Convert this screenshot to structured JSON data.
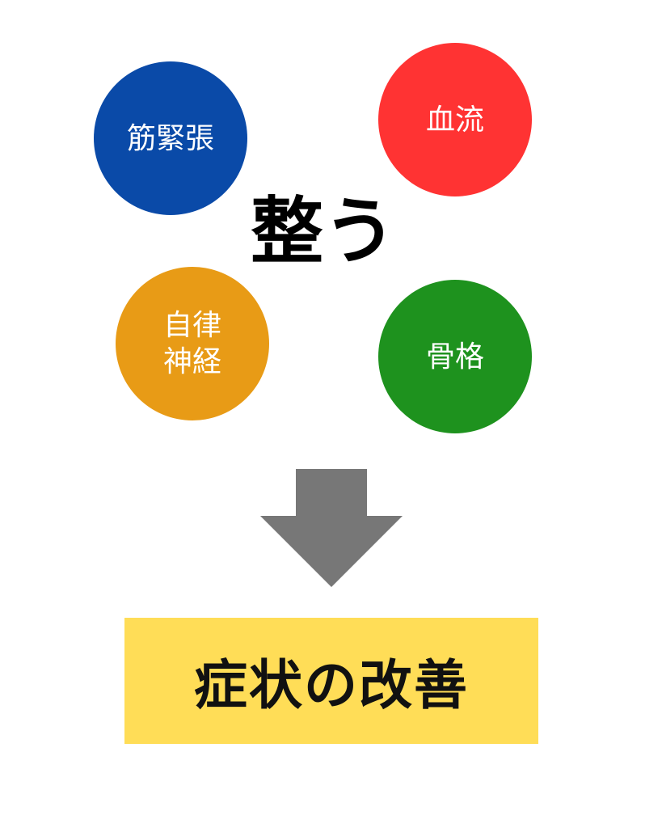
{
  "circles": [
    {
      "id": "blue",
      "lines": [
        "筋緊張"
      ],
      "color": "#0a4aa8"
    },
    {
      "id": "red",
      "lines": [
        "血流"
      ],
      "color": "#ff3333"
    },
    {
      "id": "orange",
      "lines": [
        "自律",
        "神経"
      ],
      "color": "#e89b16"
    },
    {
      "id": "green",
      "lines": [
        "骨格"
      ],
      "color": "#1e921e"
    }
  ],
  "center_text": "整う",
  "arrow_color": "#777777",
  "result": {
    "text": "症状の改善",
    "background": "#ffdd57"
  }
}
